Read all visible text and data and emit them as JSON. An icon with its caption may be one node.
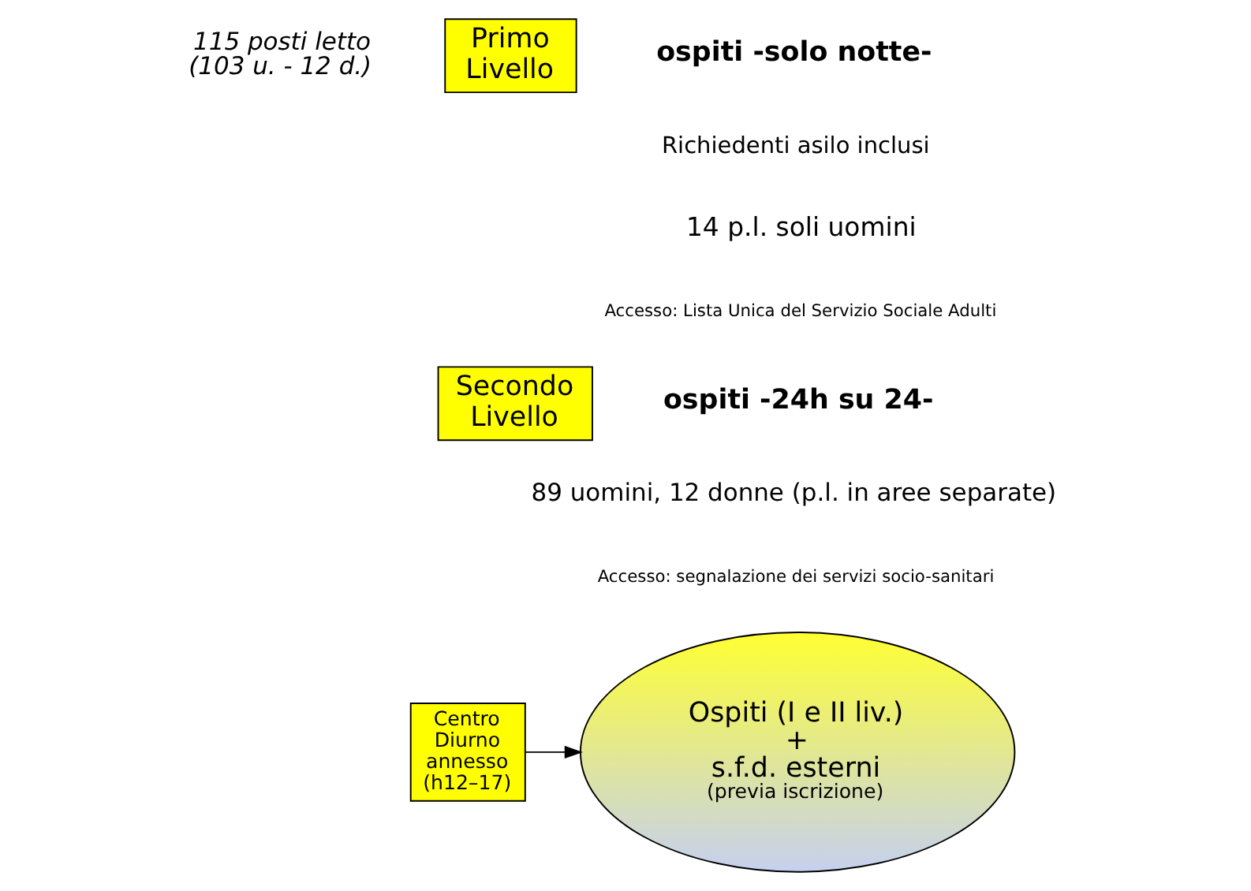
{
  "diagram": {
    "nodes": [
      {
        "text": [
          "Primo Livello"
        ]
      },
      {
        "text": [
          "Secondo Livello"
        ]
      },
      {
        "text": [
          "Ospiti (I e II liv.)",
          "+",
          "s.f.d. esterni",
          "(previa iscrizione)"
        ]
      },
      {
        "text": [
          "Centro Diurno annesso (h12–17)"
        ]
      }
    ],
    "edges": [
      {
        "from": 3,
        "to": 2,
        "arrow": "to"
      }
    ],
    "labels": [
      "115 posti letto (103 u. - 12 d.)",
      "ospiti -solo notte-",
      "Richiedenti asilo inclusi",
      "14 p.l. soli uomini",
      "Accesso: Lista Unica del Servizio Sociale Adulti",
      "ospiti -24h su 24-",
      "89 uomini, 12 donne (p.l. in aree separate)",
      "Accesso: segnalazione dei servizi socio-sanitari"
    ]
  }
}
